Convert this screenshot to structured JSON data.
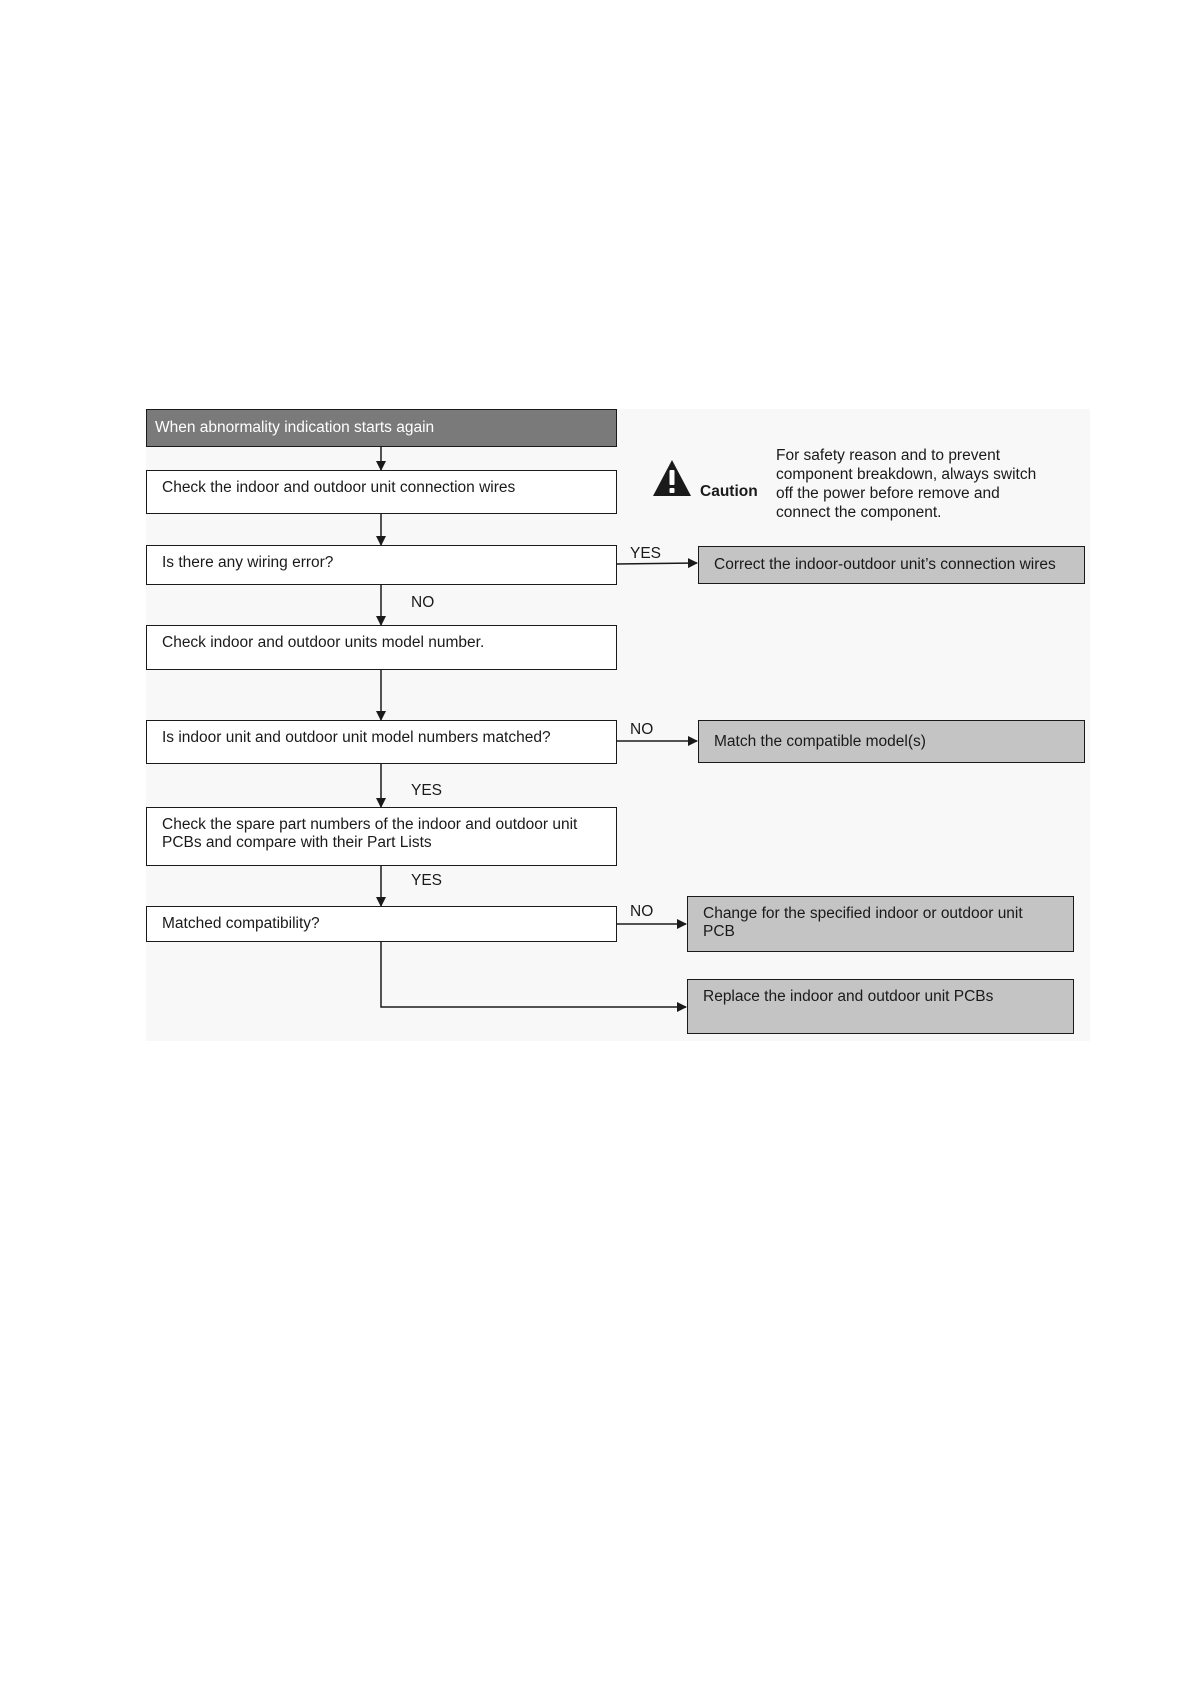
{
  "flowchart": {
    "start": "When abnormality indication starts again",
    "step1": "Check the indoor and outdoor unit connection wires",
    "decision1": "Is there any wiring error?",
    "decision1_yes_label": "YES",
    "decision1_no_label": "NO",
    "action1": "Correct the indoor-outdoor unit’s connection wires",
    "step2": "Check indoor and outdoor units model number.",
    "decision2": "Is indoor unit and outdoor unit model numbers matched?",
    "decision2_no_label": "NO",
    "decision2_yes_label": "YES",
    "action2": "Match the compatible model(s)",
    "step3_line1": "Check the spare part numbers of the indoor and outdoor unit",
    "step3_line2": "PCBs and compare with their Part Lists",
    "step3_yes_label": "YES",
    "decision3": "Matched compatibility?",
    "decision3_no_label": "NO",
    "action3_line1": "Change for the specified indoor or outdoor unit",
    "action3_line2": "PCB",
    "action4": "Replace the indoor and outdoor unit PCBs"
  },
  "caution": {
    "word": "Caution",
    "icon": "warning-triangle-icon",
    "lines": [
      "For safety reason and to prevent",
      "component breakdown, always switch",
      "off the power before remove and",
      "connect the component."
    ]
  },
  "colors": {
    "start_fill": "#7a7a7a",
    "action_fill": "#c4c4c4",
    "panel_fill": "#f8f8f8"
  }
}
